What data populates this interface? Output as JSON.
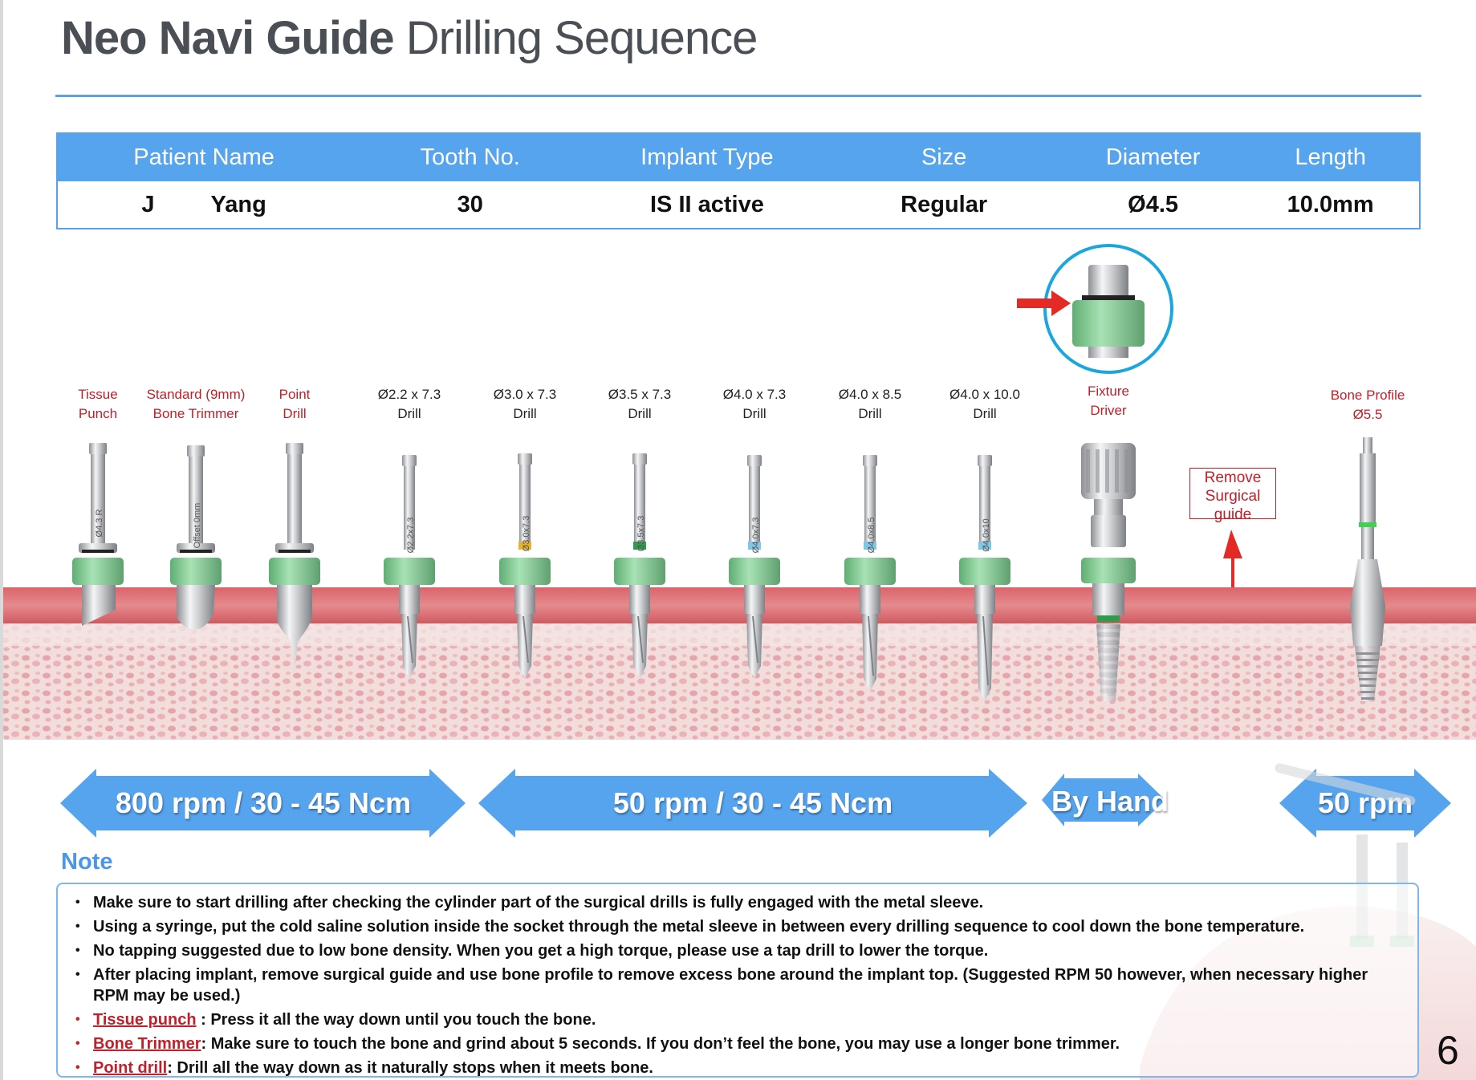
{
  "header": {
    "title_bold": "Neo Navi Guide",
    "title_regular": "Drilling Sequence"
  },
  "patient_table": {
    "headers": [
      "Patient Name",
      "Tooth No.",
      "Implant Type",
      "Size",
      "Diameter",
      "Length"
    ],
    "patient_first": "J",
    "patient_last": "Yang",
    "tooth": "30",
    "implant_type": "IS II active",
    "size": "Regular",
    "diameter": "Ø4.5",
    "length": "10.0mm"
  },
  "tools": [
    {
      "line1": "Tissue",
      "line2": "Punch",
      "shaft_text": "Ø4.3 R"
    },
    {
      "line1": "Standard (9mm)",
      "line2": "Bone Trimmer",
      "shaft_text": "Offset 0mm"
    },
    {
      "line1": "Point",
      "line2": "Drill",
      "shaft_text": ""
    },
    {
      "line1": "Ø2.2 x 7.3",
      "line2": "Drill",
      "shaft_text": "Ø2.2x7.3"
    },
    {
      "line1": "Ø3.0 x 7.3",
      "line2": "Drill",
      "shaft_text": "Ø3.0x7.3"
    },
    {
      "line1": "Ø3.5 x 7.3",
      "line2": "Drill",
      "shaft_text": "Ø3.5x7.3"
    },
    {
      "line1": "Ø4.0 x 7.3",
      "line2": "Drill",
      "shaft_text": "Ø4.0x7.3"
    },
    {
      "line1": "Ø4.0 x 8.5",
      "line2": "Drill",
      "shaft_text": "Ø4.0x8.5"
    },
    {
      "line1": "Ø4.0 x 10.0",
      "line2": "Drill",
      "shaft_text": "Ø4.0x10"
    },
    {
      "line1": "Fixture",
      "line2": "Driver",
      "shaft_text": ""
    },
    {
      "line1": "Bone Profile",
      "line2": "Ø5.5",
      "shaft_text": ""
    }
  ],
  "remove_guide": {
    "text": "Remove Surgical guide"
  },
  "speeds": [
    "800 rpm / 30 - 45 Ncm",
    "50 rpm / 30 - 45 Ncm",
    "By Hand",
    "50 rpm"
  ],
  "note": {
    "title": "Note",
    "items": [
      "Make sure to start drilling after checking the cylinder part of the surgical drills is fully engaged with the metal sleeve.",
      "Using a syringe, put the cold saline solution inside the socket through the metal sleeve in between every drilling sequence to cool down the bone temperature.",
      "No tapping suggested due to low bone density. When you get a high torque, please use a tap drill to lower the torque.",
      "After placing implant, remove surgical guide and use bone profile to remove excess bone around the implant top. (Suggested RPM 50 however, when necessary higher RPM may be used.)"
    ],
    "keyed": [
      {
        "key": "Tissue punch",
        "text": " : Press it all the way down until you touch the bone."
      },
      {
        "key": "Bone Trimmer",
        "text": ": Make sure to touch the bone and grind about 5 seconds. If you don’t feel the bone, you may use a longer bone trimmer."
      },
      {
        "key": "Point drill",
        "text": ": Drill all the way down as it naturally stops when it meets bone."
      }
    ]
  },
  "page_number": "6",
  "colors": {
    "accent": "#56a3ee",
    "red": "#c0202a",
    "gum": "#d95f66",
    "collar": "#8fd3a0"
  }
}
